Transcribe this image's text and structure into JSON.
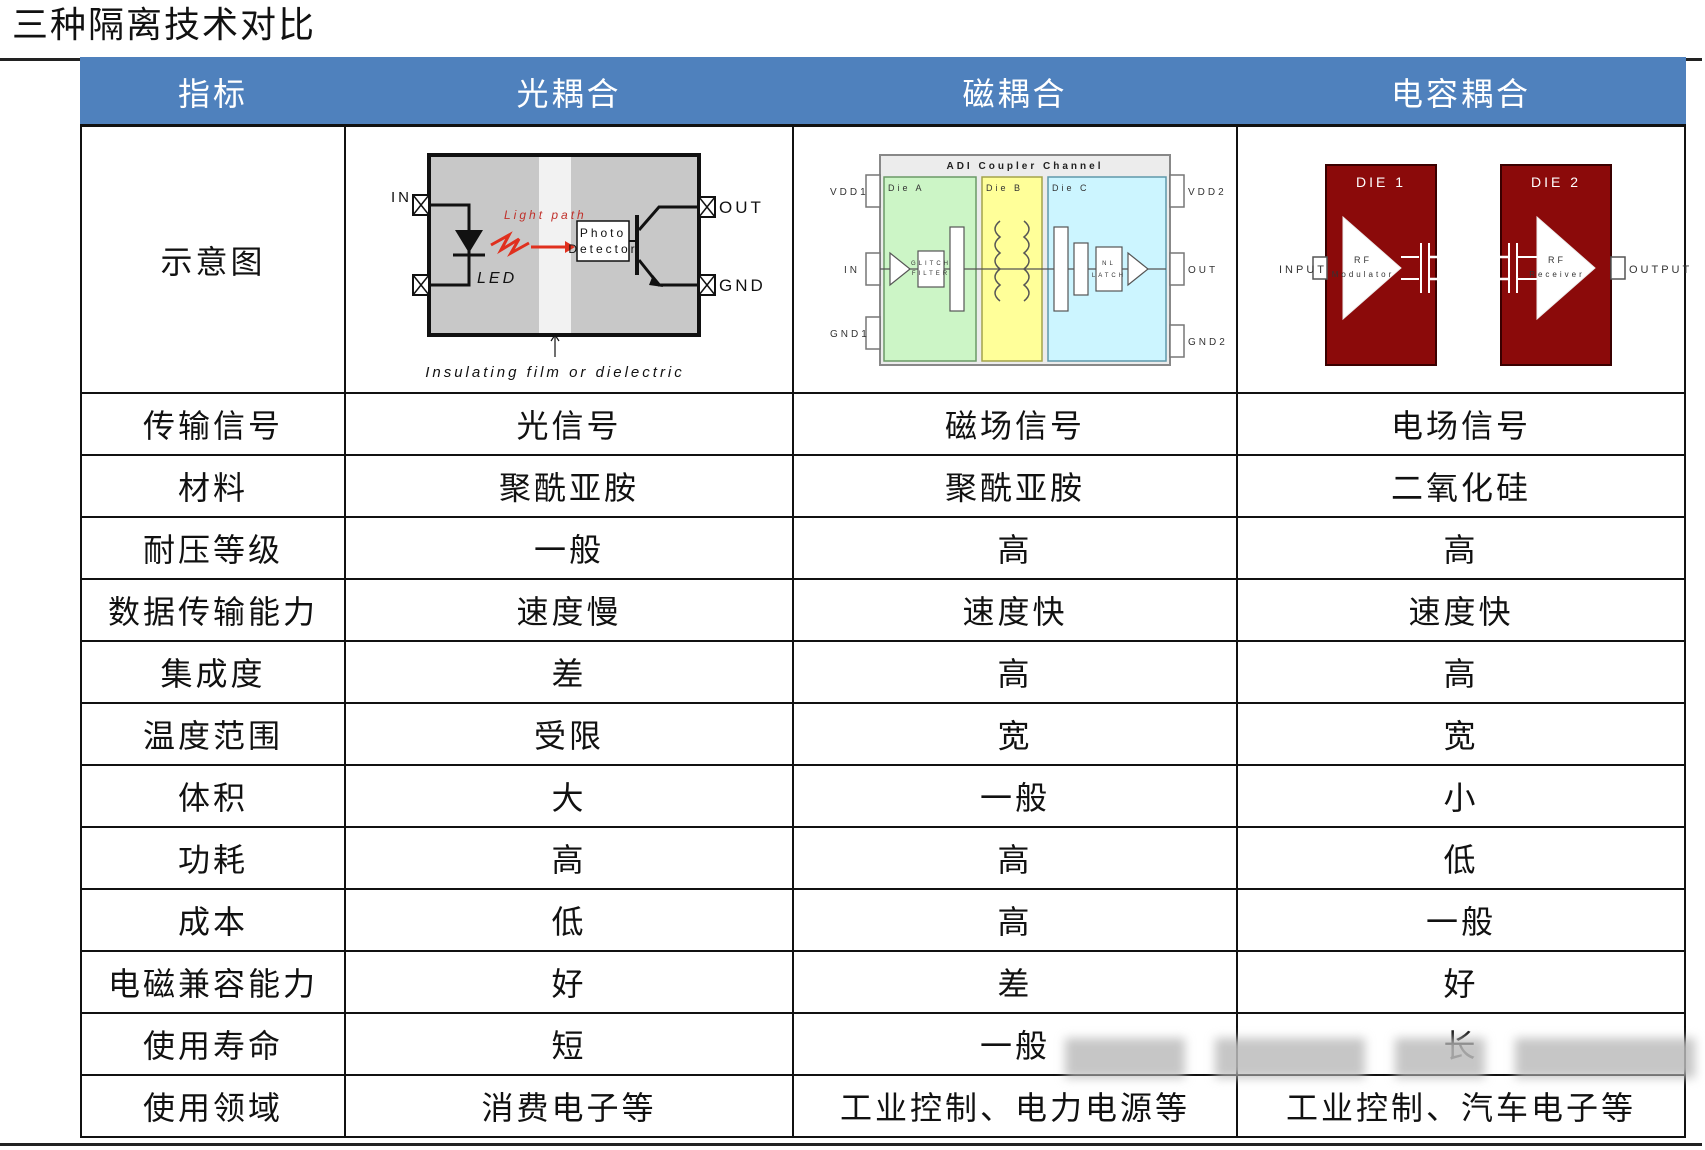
{
  "title": "三种隔离技术对比",
  "table": {
    "headers": [
      "指标",
      "光耦合",
      "磁耦合",
      "电容耦合"
    ],
    "diagram_row_label": "示意图",
    "rows": [
      [
        "传输信号",
        "光信号",
        "磁场信号",
        "电场信号"
      ],
      [
        "材料",
        "聚酰亚胺",
        "聚酰亚胺",
        "二氧化硅"
      ],
      [
        "耐压等级",
        "一般",
        "高",
        "高"
      ],
      [
        "数据传输能力",
        "速度慢",
        "速度快",
        "速度快"
      ],
      [
        "集成度",
        "差",
        "高",
        "高"
      ],
      [
        "温度范围",
        "受限",
        "宽",
        "宽"
      ],
      [
        "体积",
        "大",
        "一般",
        "小"
      ],
      [
        "功耗",
        "高",
        "高",
        "低"
      ],
      [
        "成本",
        "低",
        "高",
        "一般"
      ],
      [
        "电磁兼容能力",
        "好",
        "差",
        "好"
      ],
      [
        "使用寿命",
        "短",
        "一般",
        "长"
      ],
      [
        "使用领域",
        "消费电子等",
        "工业控制、电力电源等",
        "工业控制、汽车电子等"
      ]
    ]
  },
  "diagrams": {
    "optical": {
      "in": "IN",
      "out": "OUT",
      "gnd": "GND",
      "led": "LED",
      "light_path": "Light path",
      "detector_line1": "Photo",
      "detector_line2": "Detector",
      "caption": "Insulating film or dielectric"
    },
    "magnetic": {
      "header": "ADI Coupler Channel",
      "die_a": "Die A",
      "die_b": "Die B",
      "die_c": "Die C",
      "vdd1": "VDD1",
      "vdd2": "VDD2",
      "in": "IN",
      "out": "OUT",
      "gnd1": "GND1",
      "gnd2": "GND2",
      "glitch": "GLITCH",
      "filter": "FILTER",
      "nl": "NL",
      "latch": "LATCH"
    },
    "capacitive": {
      "die1": "DIE 1",
      "die2": "DIE 2",
      "input": "INPUT",
      "output": "OUTPUT",
      "rf1": "RF",
      "modulator": "Modulator",
      "rf2": "RF",
      "receiver": "Receiver"
    }
  },
  "colors": {
    "header_bg": "#4f81bd",
    "header_text": "#ffffff",
    "optical_bg": "#c8c8c8",
    "die_green": "#ccf5c6",
    "die_yellow": "#ffff99",
    "die_cyan": "#ccf5ff",
    "cap_die": "#8b0a0a",
    "light_beam": "#e0301e"
  }
}
